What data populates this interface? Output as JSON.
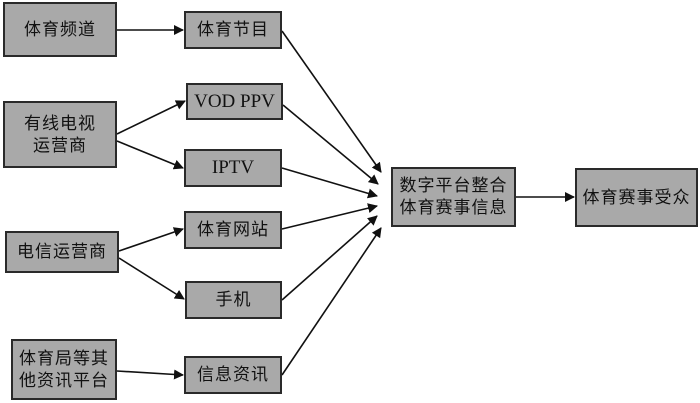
{
  "diagram": {
    "type": "flowchart",
    "sources": [
      {
        "id": "sports-channel",
        "label": "体育频道"
      },
      {
        "id": "cable-tv-operator",
        "label": "有线电视\n运营商"
      },
      {
        "id": "telecom-operator",
        "label": "电信运营商"
      },
      {
        "id": "sports-bureau-platforms",
        "label": "体育局等其\n他资讯平台"
      }
    ],
    "channels": [
      {
        "id": "sports-programs",
        "label": "体育节目"
      },
      {
        "id": "vod-ppv",
        "label": "VOD PPV"
      },
      {
        "id": "iptv",
        "label": "IPTV"
      },
      {
        "id": "sports-website",
        "label": "体育网站"
      },
      {
        "id": "mobile-phone",
        "label": "手机"
      },
      {
        "id": "news-info",
        "label": "信息资讯"
      }
    ],
    "hub": {
      "id": "digital-platform",
      "label": "数字平台整合\n体育赛事信息"
    },
    "target": {
      "id": "sports-audience",
      "label": "体育赛事受众"
    },
    "edges": [
      {
        "from": "sports-channel",
        "to": "sports-programs"
      },
      {
        "from": "cable-tv-operator",
        "to": "vod-ppv"
      },
      {
        "from": "cable-tv-operator",
        "to": "iptv"
      },
      {
        "from": "telecom-operator",
        "to": "sports-website"
      },
      {
        "from": "telecom-operator",
        "to": "mobile-phone"
      },
      {
        "from": "sports-bureau-platforms",
        "to": "news-info"
      },
      {
        "from": "sports-programs",
        "to": "digital-platform"
      },
      {
        "from": "vod-ppv",
        "to": "digital-platform"
      },
      {
        "from": "iptv",
        "to": "digital-platform"
      },
      {
        "from": "sports-website",
        "to": "digital-platform"
      },
      {
        "from": "mobile-phone",
        "to": "digital-platform"
      },
      {
        "from": "news-info",
        "to": "digital-platform"
      },
      {
        "from": "digital-platform",
        "to": "sports-audience"
      }
    ],
    "colors": {
      "node_fill": "#a9a9a9",
      "stroke": "#111111"
    }
  }
}
